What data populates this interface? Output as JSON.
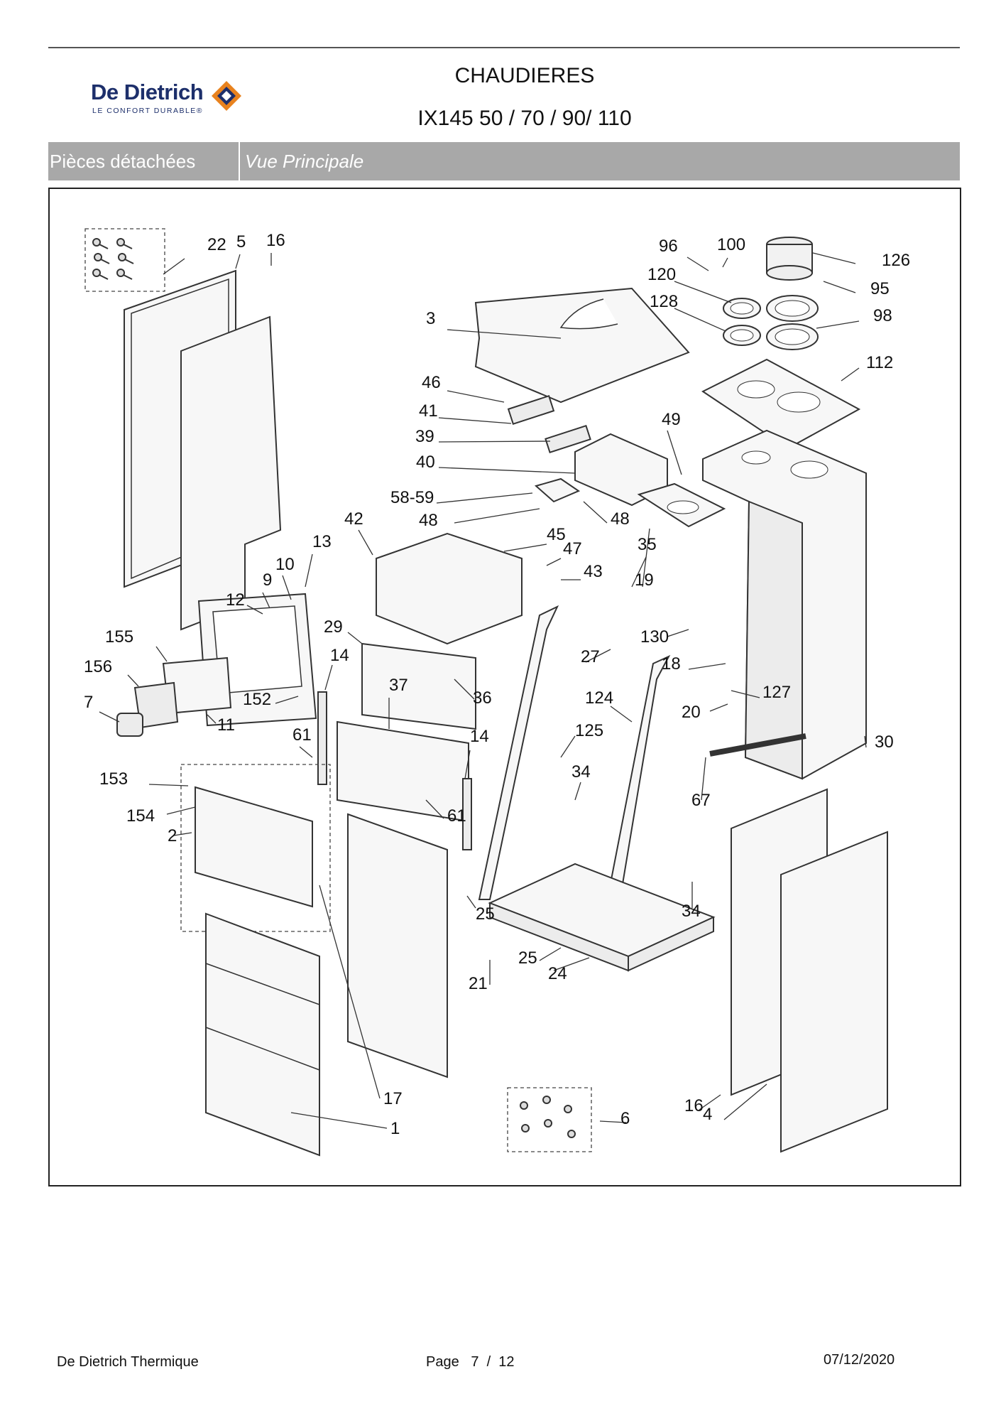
{
  "header": {
    "brand": "De Dietrich",
    "brand_tagline": "LE CONFORT DURABLE®",
    "title": "CHAUDIERES",
    "subtitle": "IX145 50 / 70 / 90/ 110"
  },
  "section_band": {
    "category": "Pièces détachées",
    "view": "Vue Principale"
  },
  "colors": {
    "brand_blue": "#1d2f6b",
    "brand_orange": "#e8821e",
    "band_gray": "#a8a8a8"
  },
  "diagram": {
    "labels": [
      "22",
      "5",
      "16",
      "96",
      "100",
      "126",
      "120",
      "95",
      "128",
      "98",
      "3",
      "112",
      "46",
      "41",
      "39",
      "49",
      "40",
      "58-59",
      "48",
      "48",
      "42",
      "45",
      "13",
      "47",
      "35",
      "10",
      "43",
      "9",
      "19",
      "12",
      "29",
      "130",
      "155",
      "14",
      "27",
      "18",
      "156",
      "152",
      "36",
      "124",
      "127",
      "7",
      "11",
      "37",
      "20",
      "61",
      "125",
      "14",
      "30",
      "153",
      "34",
      "67",
      "154",
      "61",
      "2",
      "25",
      "34",
      "25",
      "24",
      "21",
      "17",
      "16",
      "6",
      "4",
      "1"
    ]
  },
  "footer": {
    "company": "De Dietrich Thermique",
    "page": "Page   7  /  12",
    "date": "07/12/2020"
  }
}
